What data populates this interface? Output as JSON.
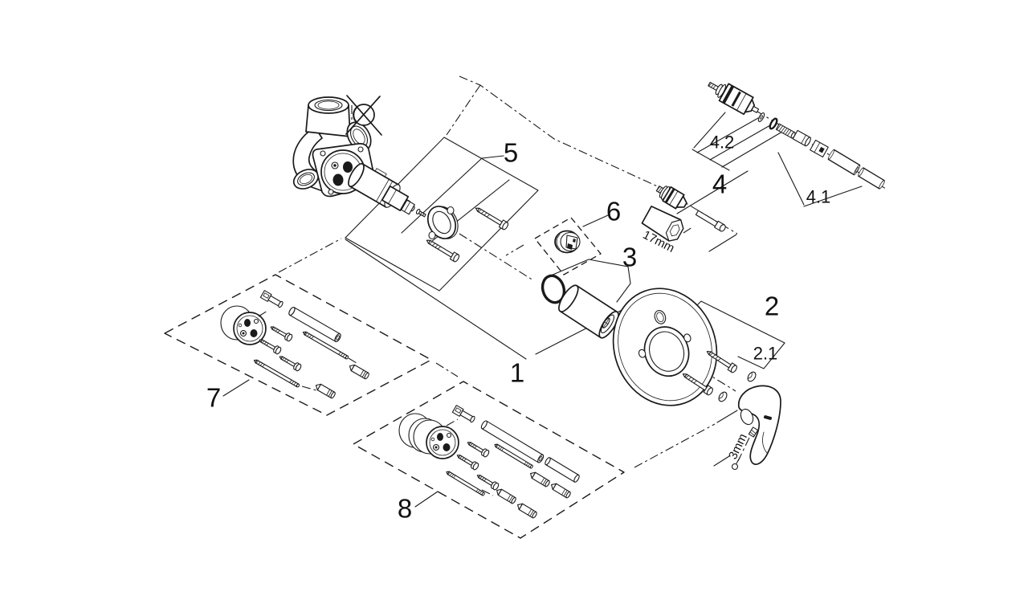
{
  "colors": {
    "background": "#ffffff",
    "line": "#1a1a1a"
  },
  "callouts": {
    "c1": {
      "label": "1"
    },
    "c2": {
      "label": "2"
    },
    "c2_1": {
      "label": "2.1"
    },
    "c3": {
      "label": "3"
    },
    "c4": {
      "label": "4"
    },
    "c4_1": {
      "label": "4.1"
    },
    "c4_2": {
      "label": "4.2"
    },
    "c5": {
      "label": "5"
    },
    "c6": {
      "label": "6"
    },
    "c7": {
      "label": "7"
    },
    "c8": {
      "label": "8"
    }
  },
  "dimensions": {
    "socket_size": "17mm",
    "hex_key_size": "3mm"
  }
}
